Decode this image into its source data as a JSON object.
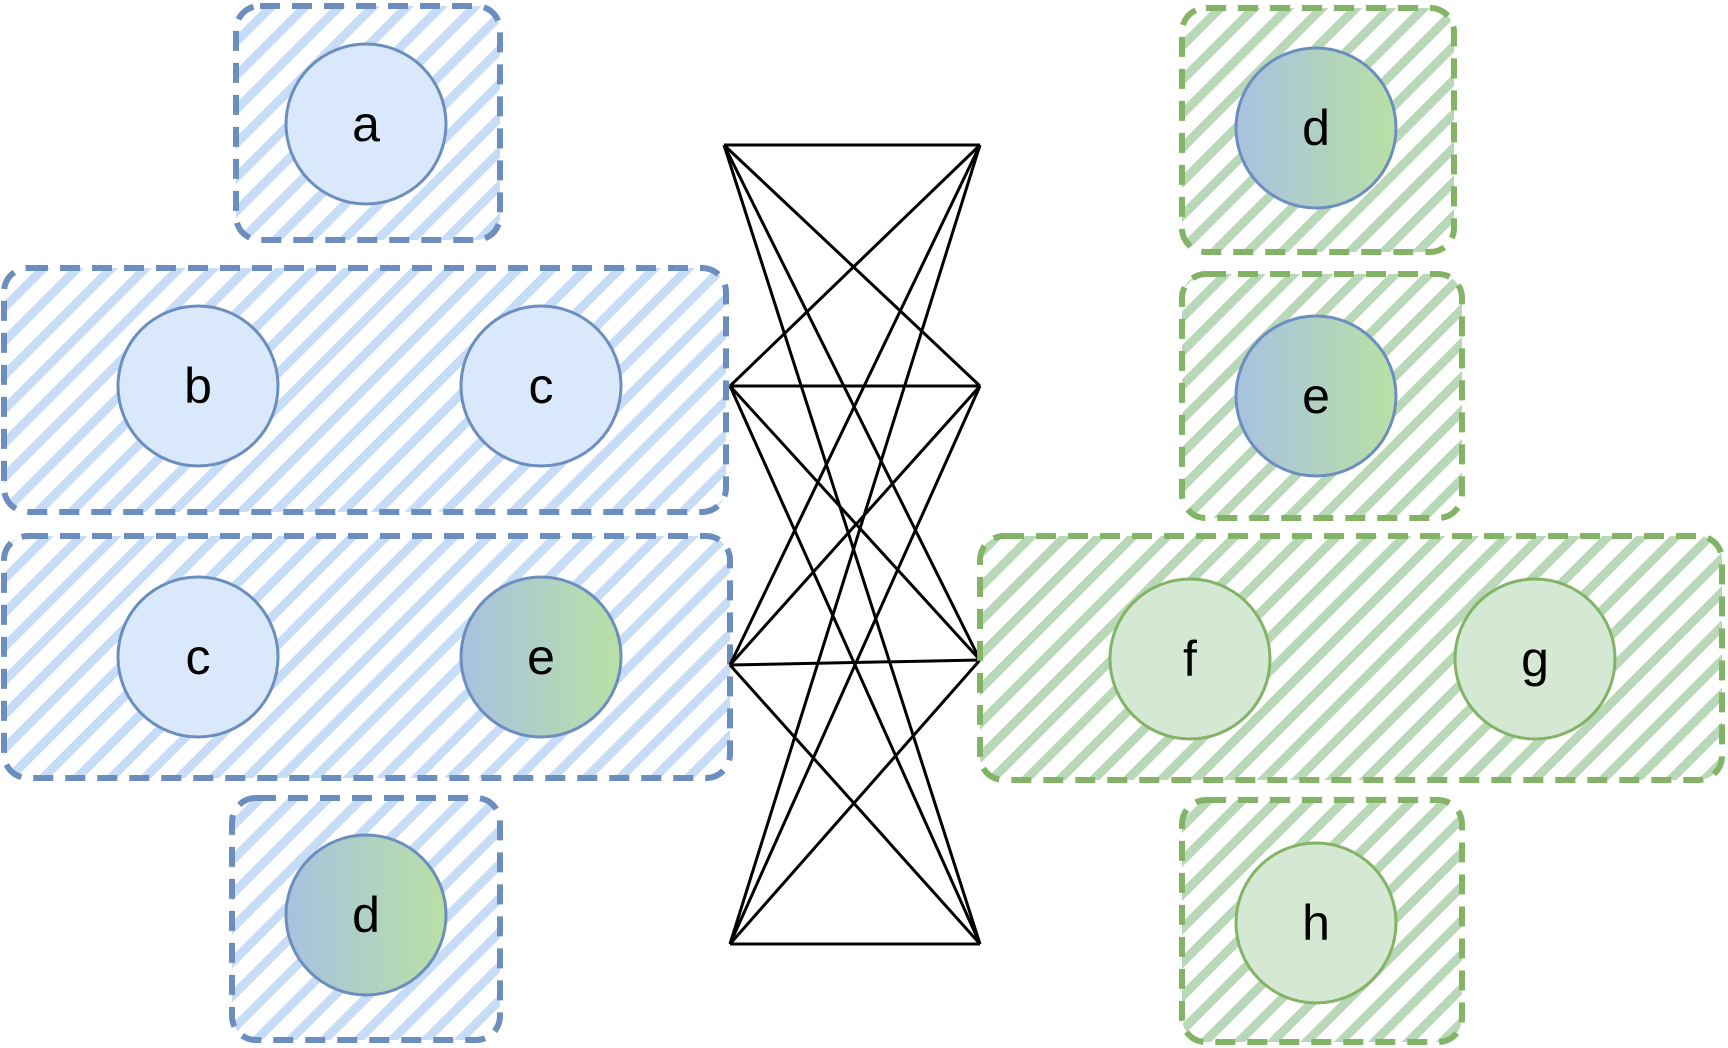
{
  "colors": {
    "blue_fill": "#dae8fc",
    "blue_hatch": "#c7dcf7",
    "blue_stroke": "#6c8ebf",
    "green_fill": "#d5e8d4",
    "green_hatch": "#b9d8b7",
    "green_stroke": "#82b366",
    "gradient_start": "#a7c1e1",
    "gradient_end": "#b9e0a5",
    "edge": "#000000"
  },
  "left_groups": [
    {
      "nodes": [
        {
          "label": "a",
          "style": "blue"
        }
      ]
    },
    {
      "nodes": [
        {
          "label": "b",
          "style": "blue"
        },
        {
          "label": "c",
          "style": "blue"
        }
      ]
    },
    {
      "nodes": [
        {
          "label": "c",
          "style": "blue"
        },
        {
          "label": "e",
          "style": "gradient"
        }
      ]
    },
    {
      "nodes": [
        {
          "label": "d",
          "style": "gradient"
        }
      ]
    }
  ],
  "right_groups": [
    {
      "nodes": [
        {
          "label": "d",
          "style": "gradient"
        }
      ]
    },
    {
      "nodes": [
        {
          "label": "e",
          "style": "gradient"
        }
      ]
    },
    {
      "nodes": [
        {
          "label": "f",
          "style": "green"
        },
        {
          "label": "g",
          "style": "green"
        }
      ]
    },
    {
      "nodes": [
        {
          "label": "h",
          "style": "green"
        }
      ]
    }
  ],
  "bipartite": {
    "left_ports": 4,
    "right_ports": 4,
    "complete": true
  }
}
